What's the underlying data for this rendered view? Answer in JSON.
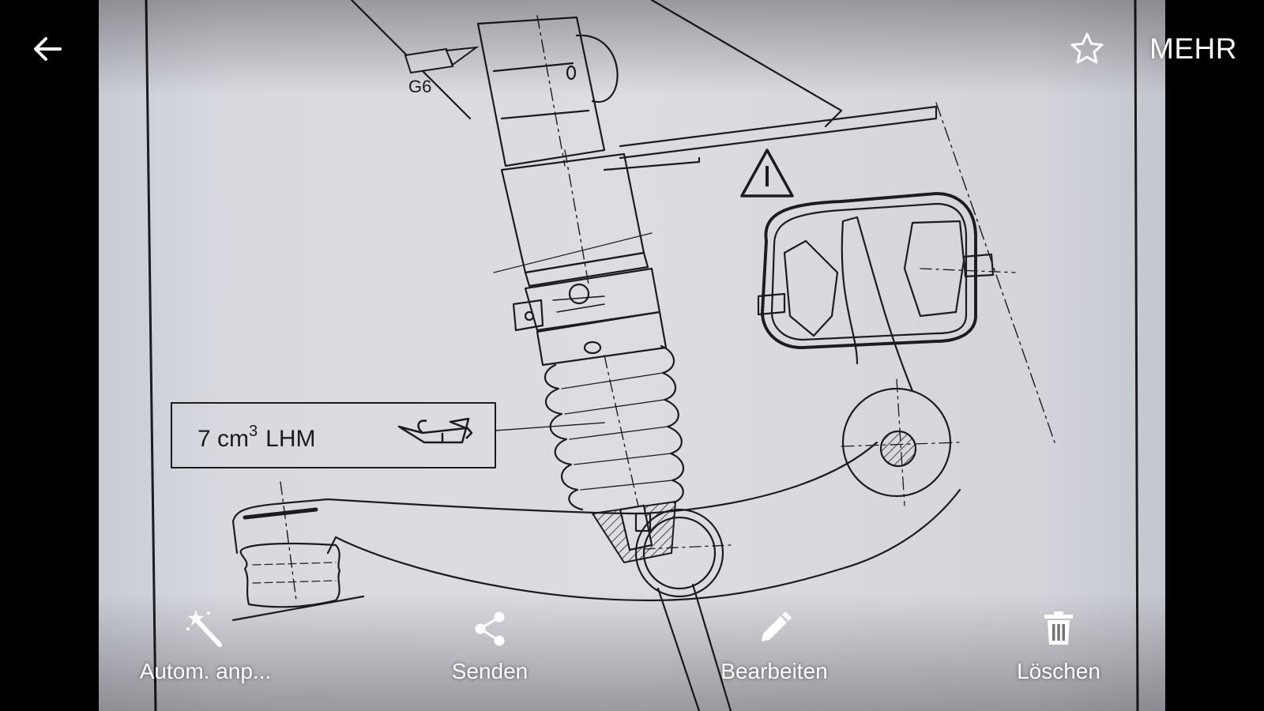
{
  "header": {
    "back_icon": "arrow-left-icon",
    "favorite_icon": "star-outline-icon",
    "more_label": "MEHR"
  },
  "photo": {
    "callout_text": "7 cm",
    "callout_sup": "3",
    "callout_suffix": "LHM",
    "part_label": "G6",
    "oil_can_icon": "oil-can-icon",
    "warning_icon": "warning-triangle-icon"
  },
  "actions": [
    {
      "label": "Autom. anp...",
      "icon": "magic-wand-icon"
    },
    {
      "label": "Senden",
      "icon": "share-icon"
    },
    {
      "label": "Bearbeiten",
      "icon": "pencil-icon"
    },
    {
      "label": "Löschen",
      "icon": "trash-icon"
    }
  ]
}
